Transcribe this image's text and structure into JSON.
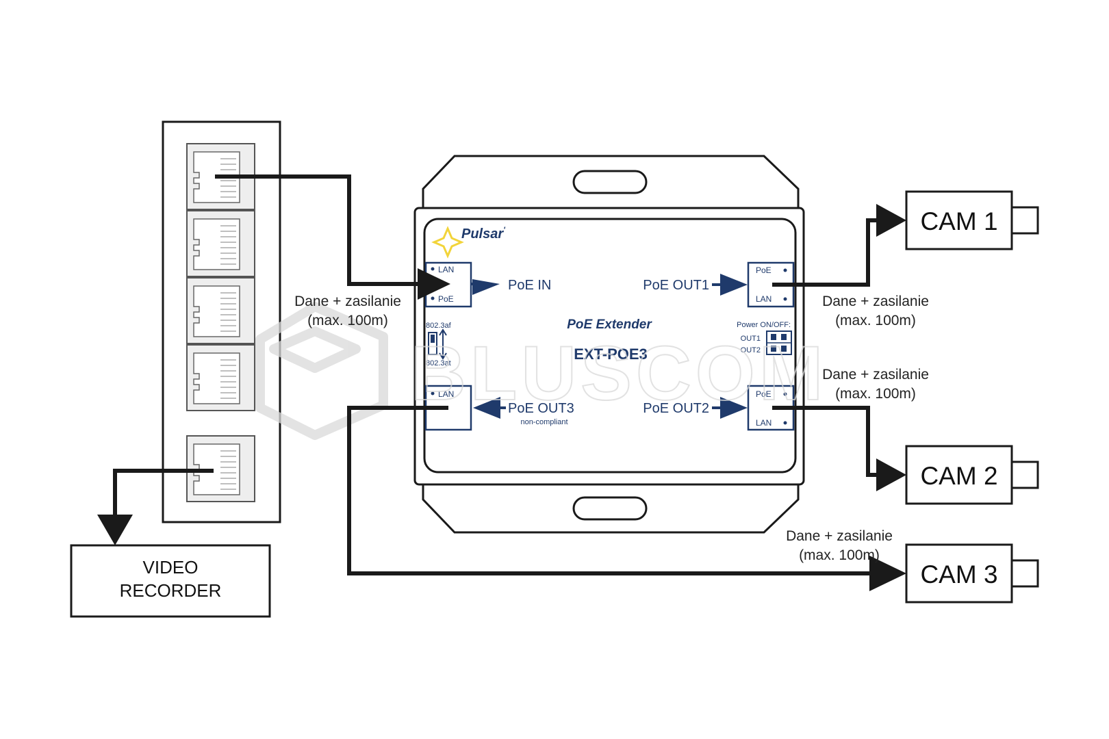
{
  "labels": {
    "in_cable_line1": "Dane + zasilanie",
    "in_cable_line2": "(max. 100m)",
    "out1_cable_line1": "Dane + zasilanie",
    "out1_cable_line2": "(max. 100m)",
    "out2_cable_line1": "Dane + zasilanie",
    "out2_cable_line2": "(max. 100m)",
    "out3_cable_line1": "Dane + zasilanie",
    "out3_cable_line2": "(max. 100m)"
  },
  "recorder": {
    "line1": "VIDEO",
    "line2": "RECORDER"
  },
  "cameras": [
    "CAM 1",
    "CAM 2",
    "CAM 3"
  ],
  "device": {
    "brand": "Pulsar",
    "brand_mark": "'",
    "subtitle": "PoE Extender",
    "model": "EXT-POE3",
    "poe_in": "PoE IN",
    "poe_out1": "PoE OUT1",
    "poe_out2": "PoE OUT2",
    "poe_out3": "PoE OUT3",
    "poe_out3_note": "non-compliant",
    "port_lan": "LAN",
    "port_poe": "PoE",
    "mode_af": "802.3af",
    "mode_at": "802.3at",
    "power_switch": "Power ON/OFF:",
    "switch_out1": "OUT1",
    "switch_out2": "OUT2"
  },
  "watermark": "BLUSCOM",
  "colors": {
    "line": "#1a1a1a",
    "device": "#1f3a6b",
    "logo_star": "#f2d43a",
    "watermark": "#d9d9d9"
  }
}
